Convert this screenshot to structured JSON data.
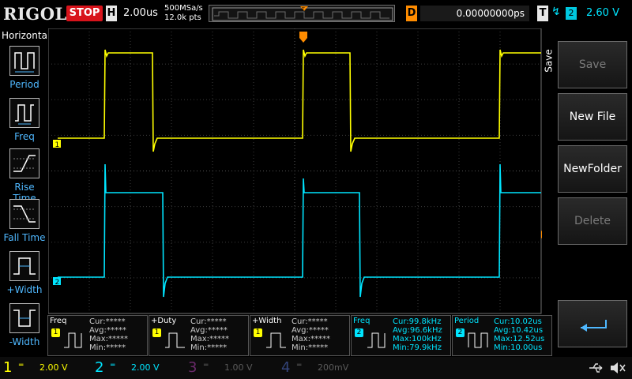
{
  "header": {
    "brand": "RIGOL",
    "run_state": "STOP",
    "timebase_label": "H",
    "timebase_value": "2.00us",
    "sample_rate": "500MSa/s",
    "memory_depth": "12.0k pts",
    "delay_label": "D",
    "delay_value": "0.00000000ps",
    "trigger_label": "T",
    "trigger_edge_glyph": "↯",
    "trigger_source": "2",
    "trigger_level": "2.60 V"
  },
  "left_menu": {
    "title": "Horizontal",
    "items": [
      {
        "label": "Period",
        "icon": "period-icon"
      },
      {
        "label": "Freq",
        "icon": "frequency-icon"
      },
      {
        "label": "Rise Time",
        "icon": "rise-time-icon"
      },
      {
        "label": "Fall Time",
        "icon": "fall-time-icon"
      },
      {
        "label": "+Width",
        "icon": "positive-width-icon"
      },
      {
        "label": "-Width",
        "icon": "negative-width-icon"
      }
    ]
  },
  "right_menu": {
    "title": "Save",
    "buttons": [
      {
        "label": "Save",
        "enabled": false
      },
      {
        "label": "New File",
        "enabled": true
      },
      {
        "label": "NewFolder",
        "enabled": true
      },
      {
        "label": "Delete",
        "enabled": false
      }
    ],
    "back_icon": "return-arrow-icon"
  },
  "measurements": [
    {
      "title": "Freq",
      "channel": "1",
      "rows": [
        [
          "Cur:",
          "*****"
        ],
        [
          "Avg:",
          "*****"
        ],
        [
          "Max:",
          "*****"
        ],
        [
          "Min:",
          "*****"
        ]
      ]
    },
    {
      "title": "+Duty",
      "channel": "1",
      "rows": [
        [
          "Cur:",
          "*****"
        ],
        [
          "Avg:",
          "*****"
        ],
        [
          "Max:",
          "*****"
        ],
        [
          "Min:",
          "*****"
        ]
      ]
    },
    {
      "title": "+Width",
      "channel": "1",
      "rows": [
        [
          "Cur:",
          "*****"
        ],
        [
          "Avg:",
          "*****"
        ],
        [
          "Max:",
          "*****"
        ],
        [
          "Min:",
          "*****"
        ]
      ]
    },
    {
      "title": "Freq",
      "channel": "2",
      "rows": [
        [
          "Cur:",
          "99.8kHz"
        ],
        [
          "Avg:",
          "96.6kHz"
        ],
        [
          "Max:",
          "100kHz"
        ],
        [
          "Min:",
          "79.9kHz"
        ]
      ]
    },
    {
      "title": "Period",
      "channel": "2",
      "rows": [
        [
          "Cur:",
          "10.02us"
        ],
        [
          "Avg:",
          "10.42us"
        ],
        [
          "Max:",
          "12.52us"
        ],
        [
          "Min:",
          "10.00us"
        ]
      ]
    }
  ],
  "channels": [
    {
      "num": "1",
      "scale": "2.00 V",
      "color": "#ffff00",
      "active": true
    },
    {
      "num": "2",
      "scale": "2.00 V",
      "color": "#00e5ff",
      "active": true
    },
    {
      "num": "3",
      "scale": "1.00 V",
      "color": "#d000d0",
      "active": false
    },
    {
      "num": "4",
      "scale": "200mV",
      "color": "#4a6cff",
      "active": false
    }
  ],
  "status_icons": [
    "usb-icon",
    "speaker-muted-icon"
  ],
  "colors": {
    "ch1": "#ffff00",
    "ch2": "#00e5ff",
    "trigger_marker": "#ff8c00",
    "stop": "#d8131b",
    "grid": "#3a3a3a",
    "menu_label": "#4fb8ff"
  }
}
